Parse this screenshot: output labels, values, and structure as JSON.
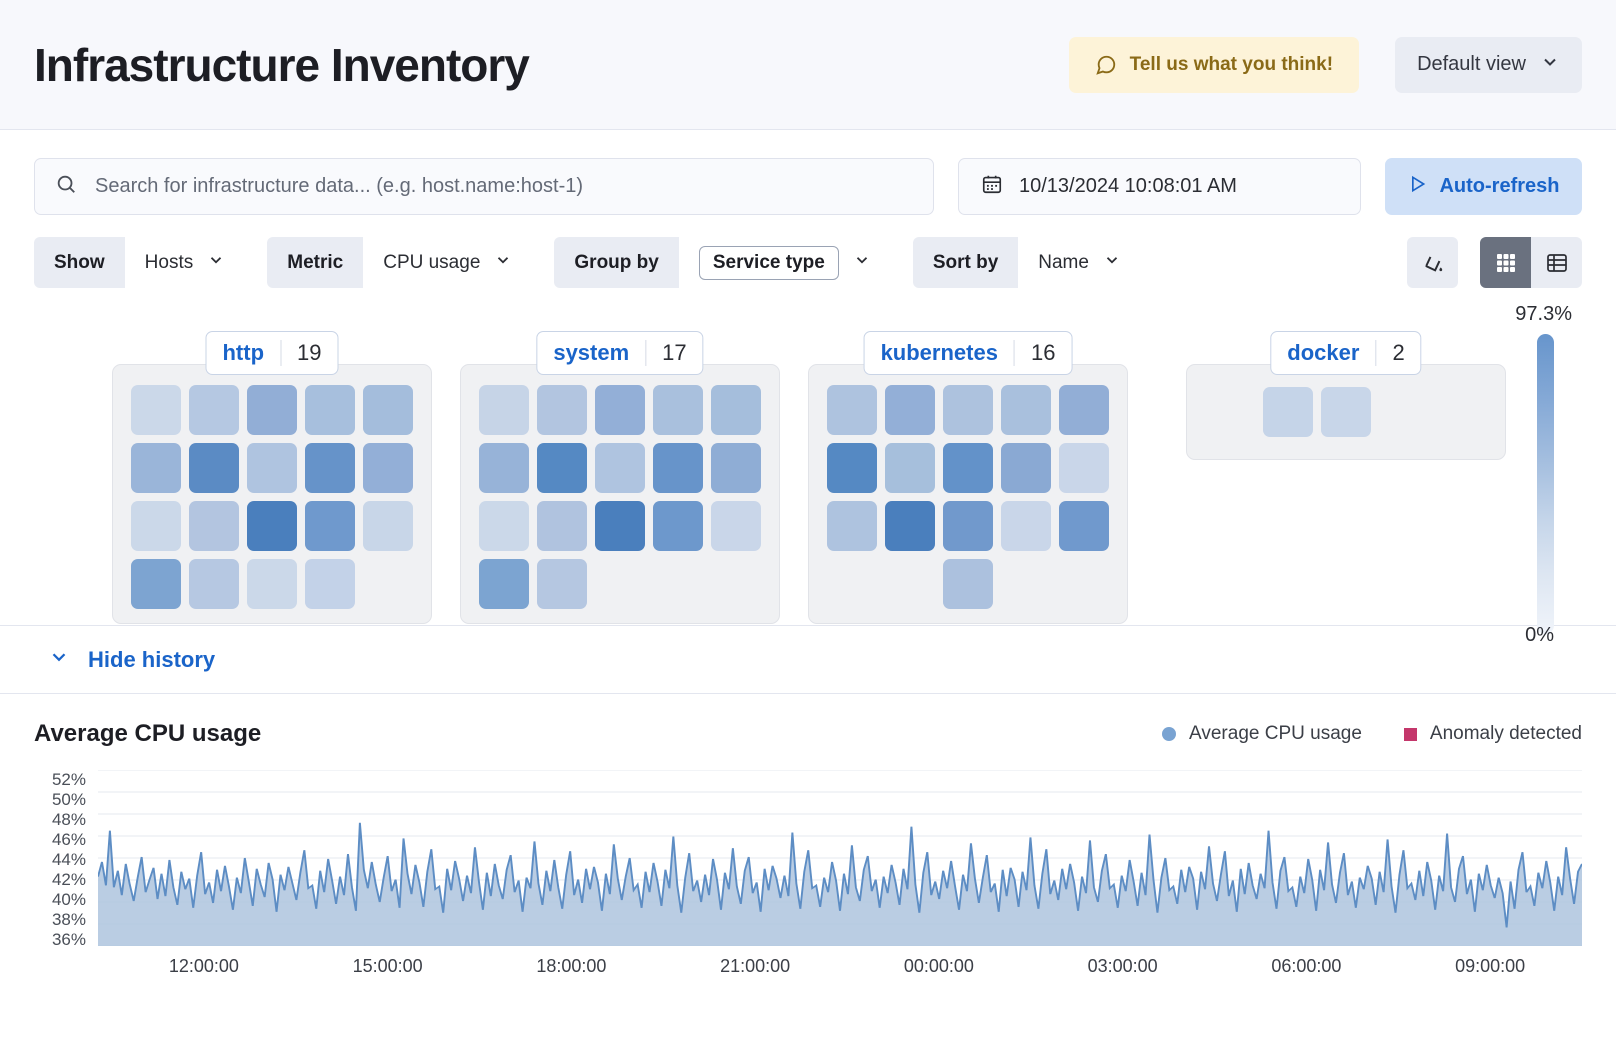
{
  "header": {
    "title": "Infrastructure Inventory",
    "feedback_label": "Tell us what you think!",
    "feedback_icon": "speech-bubble-icon",
    "view_label": "Default view",
    "view_chevron": "chevron-down-icon"
  },
  "search": {
    "placeholder": "Search for infrastructure data... (e.g. host.name:host-1)",
    "value": "",
    "icon": "search-icon"
  },
  "datepicker": {
    "value": "10/13/2024 10:08:01 AM",
    "icon": "calendar-icon"
  },
  "refresh": {
    "label": "Auto-refresh",
    "icon": "play-icon"
  },
  "filters": [
    {
      "prefix": "Show",
      "value": "Hosts",
      "boxed": false
    },
    {
      "prefix": "Metric",
      "value": "CPU usage",
      "boxed": false
    },
    {
      "prefix": "Group by",
      "value": "Service type",
      "boxed": true
    },
    {
      "prefix": "Sort by",
      "value": "Name",
      "boxed": false
    }
  ],
  "view_toggles": {
    "palette_icon": "paint-bucket-icon",
    "grid_icon": "grid-view-icon",
    "table_icon": "table-view-icon",
    "active": "grid"
  },
  "legend_scale": {
    "max": "97.3%",
    "min": "0%"
  },
  "history_toggle": {
    "label": "Hide history",
    "icon": "chevron-down-icon"
  },
  "groups": [
    {
      "name": "http",
      "count": "19",
      "tiles": [
        "#cbd8e9",
        "#b5c8e2",
        "#92aed6",
        "#a7bfdd",
        "#a4bddc",
        "#9ab5d9",
        "#5b8bc4",
        "#afc4e0",
        "#6693c9",
        "#93afd7",
        "#cbd8e9",
        "#b3c5e0",
        "#4a7fbd",
        "#6f99cd",
        "#c8d6e8",
        "#7da4d1",
        "#b6c8e2",
        "#cbd8e9",
        "#c3d2e8"
      ]
    },
    {
      "name": "system",
      "count": "17",
      "tiles": [
        "#c6d4e7",
        "#b2c5e0",
        "#93afd7",
        "#a9c0dd",
        "#a5bedc",
        "#97b3d8",
        "#5589c3",
        "#afc4e0",
        "#6794ca",
        "#8fadd5",
        "#cbd8e9",
        "#b0c3df",
        "#4a7fbd",
        "#6d98cc",
        "#c9d6e9",
        "#7ca4d1",
        "#b5c7e1"
      ]
    },
    {
      "name": "kubernetes",
      "count": "16",
      "tiles": [
        "#aec3df",
        "#93afd7",
        "#adc2de",
        "#a9c0dd",
        "#92aed6",
        "#5589c3",
        "#a6bfdc",
        "#6392c9",
        "#8aa9d3",
        "#c9d6e9",
        "#aec3df",
        "#4a7fbd",
        "#7199cc",
        "#c9d6e9",
        "#7099cd",
        "#acc1de"
      ]
    },
    {
      "name": "docker",
      "count": "2",
      "tiles": [
        "#c5d4e8",
        "#c8d6e9"
      ]
    }
  ],
  "chart_data": {
    "type": "area",
    "title": "Average CPU usage",
    "xlabel": "",
    "ylabel": "",
    "grid": true,
    "legend_position": "top-right",
    "legend": [
      {
        "name": "Average CPU usage",
        "color": "#79a3d2",
        "marker": "dot"
      },
      {
        "name": "Anomaly detected",
        "color": "#c4376b",
        "marker": "square"
      }
    ],
    "ylim": [
      35,
      53
    ],
    "yticks": [
      "52%",
      "50%",
      "48%",
      "46%",
      "44%",
      "42%",
      "40%",
      "38%",
      "36%"
    ],
    "xticks": [
      "12:00:00",
      "15:00:00",
      "18:00:00",
      "21:00:00",
      "00:00:00",
      "03:00:00",
      "06:00:00",
      "09:00:00"
    ],
    "series": [
      {
        "name": "Average CPU usage",
        "values": [
          42.1,
          43.6,
          41.2,
          46.8,
          41.0,
          42.7,
          40.2,
          43.4,
          41.3,
          39.6,
          42.0,
          44.1,
          40.5,
          41.8,
          43.0,
          39.8,
          42.4,
          40.1,
          43.8,
          41.0,
          39.2,
          42.6,
          40.8,
          41.9,
          38.9,
          42.2,
          44.6,
          40.3,
          41.5,
          39.4,
          42.8,
          40.6,
          43.2,
          41.1,
          38.7,
          42.0,
          40.4,
          44.0,
          41.6,
          39.1,
          42.9,
          41.3,
          40.0,
          43.5,
          41.8,
          38.5,
          42.3,
          40.7,
          43.1,
          41.4,
          39.7,
          42.5,
          44.8,
          40.9,
          41.2,
          38.8,
          42.7,
          40.5,
          43.9,
          41.7,
          39.3,
          42.1,
          40.2,
          44.4,
          41.0,
          38.6,
          47.6,
          42.8,
          40.9,
          43.6,
          41.3,
          39.5,
          42.0,
          44.2,
          40.6,
          41.8,
          38.9,
          46.0,
          42.4,
          40.3,
          43.3,
          41.5,
          39.0,
          42.6,
          44.9,
          40.8,
          41.1,
          38.4,
          42.9,
          40.7,
          43.7,
          41.9,
          39.6,
          42.2,
          40.4,
          45.1,
          41.6,
          38.7,
          42.5,
          40.1,
          43.4,
          41.2,
          39.8,
          42.8,
          44.3,
          40.5,
          41.7,
          38.5,
          42.0,
          40.9,
          45.7,
          41.4,
          39.2,
          42.7,
          40.6,
          43.8,
          41.0,
          38.8,
          42.3,
          44.7,
          40.2,
          41.8,
          39.4,
          42.9,
          40.8,
          43.1,
          41.5,
          38.6,
          42.4,
          40.3,
          45.4,
          41.9,
          39.7,
          42.1,
          44.0,
          40.7,
          41.3,
          38.9,
          42.6,
          40.5,
          43.5,
          41.6,
          39.1,
          42.8,
          40.9,
          46.2,
          41.2,
          38.4,
          42.0,
          44.5,
          40.6,
          41.7,
          39.5,
          42.3,
          40.2,
          43.9,
          41.8,
          38.7,
          42.5,
          40.8,
          45.0,
          41.1,
          39.3,
          42.7,
          44.1,
          40.4,
          41.5,
          38.5,
          42.9,
          40.7,
          43.2,
          41.9,
          39.9,
          42.2,
          40.1,
          46.6,
          41.4,
          38.8,
          42.6,
          44.8,
          40.9,
          41.2,
          39.0,
          42.0,
          40.5,
          43.6,
          41.7,
          38.6,
          42.4,
          40.3,
          45.3,
          41.0,
          39.6,
          42.8,
          44.2,
          40.6,
          41.8,
          38.9,
          42.1,
          40.4,
          43.3,
          41.5,
          39.2,
          42.9,
          40.8,
          47.2,
          41.3,
          38.4,
          42.5,
          44.6,
          40.2,
          41.6,
          39.8,
          42.7,
          40.9,
          43.7,
          41.1,
          38.7,
          42.3,
          40.6,
          45.5,
          41.9,
          39.4,
          42.0,
          44.3,
          40.5,
          41.4,
          38.5,
          42.8,
          40.1,
          43.0,
          41.8,
          39.0,
          42.6,
          40.7,
          46.1,
          41.2,
          38.8,
          42.4,
          44.9,
          40.3,
          41.7,
          39.7,
          42.9,
          40.8,
          43.4,
          41.5,
          38.6,
          42.1,
          40.4,
          45.8,
          41.0,
          39.5,
          42.7,
          44.4,
          40.9,
          41.3,
          38.9,
          42.2,
          40.6,
          43.8,
          41.6,
          39.1,
          42.5,
          40.2,
          46.4,
          41.8,
          38.4,
          42.0,
          44.0,
          40.7,
          41.1,
          39.3,
          42.8,
          40.5,
          43.1,
          41.9,
          38.7,
          42.6,
          40.8,
          45.2,
          41.4,
          39.6,
          42.3,
          44.7,
          40.1,
          41.7,
          38.5,
          42.9,
          40.3,
          43.5,
          41.2,
          39.8,
          42.4,
          40.9,
          46.8,
          41.5,
          38.8,
          42.7,
          44.1,
          40.6,
          41.0,
          39.0,
          42.1,
          40.4,
          43.9,
          41.8,
          38.6,
          42.8,
          40.7,
          45.6,
          41.3,
          39.4,
          42.5,
          44.5,
          40.2,
          41.6,
          38.9,
          42.0,
          40.8,
          43.2,
          41.9,
          39.2,
          42.6,
          40.5,
          45.9,
          41.1,
          38.4,
          42.3,
          44.8,
          40.9,
          41.4,
          39.7,
          42.7,
          40.1,
          43.6,
          41.7,
          38.7,
          42.2,
          40.6,
          46.5,
          41.0,
          39.5,
          42.9,
          44.2,
          40.3,
          41.8,
          38.5,
          42.4,
          40.7,
          43.3,
          41.2,
          39.9,
          42.0,
          40.4,
          36.9,
          41.6,
          38.8,
          42.8,
          44.6,
          40.5,
          41.1,
          39.1,
          42.5,
          40.9,
          43.7,
          41.5,
          38.6,
          42.1,
          40.2,
          45.1,
          41.9,
          39.3,
          42.6,
          43.4
        ]
      }
    ]
  }
}
